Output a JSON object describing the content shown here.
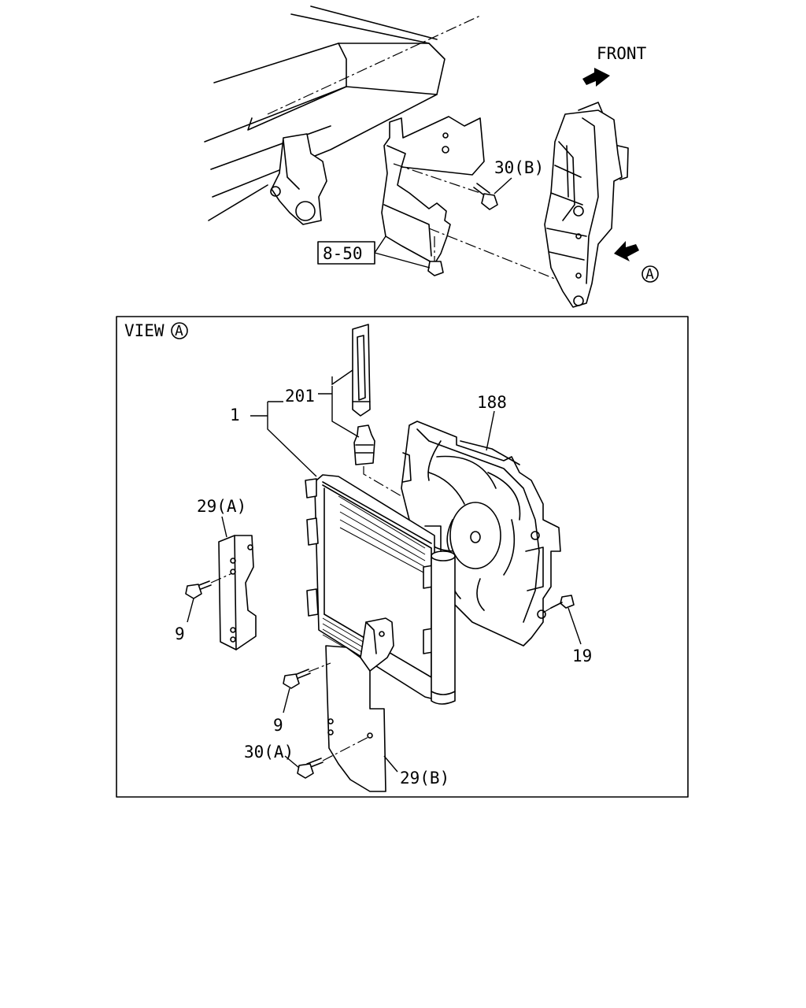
{
  "labels": {
    "front": "FRONT",
    "view_prefix": "VIEW",
    "view_letter": "A",
    "arrow_letter": "A",
    "box_8_50": "8-50",
    "p30b": "30(B)",
    "p201": "201",
    "p1": "1",
    "p188": "188",
    "p29a": "29(A)",
    "p9_left": "9",
    "p9_lower": "9",
    "p19": "19",
    "p30a": "30(A)",
    "p29b": "29(B)"
  }
}
